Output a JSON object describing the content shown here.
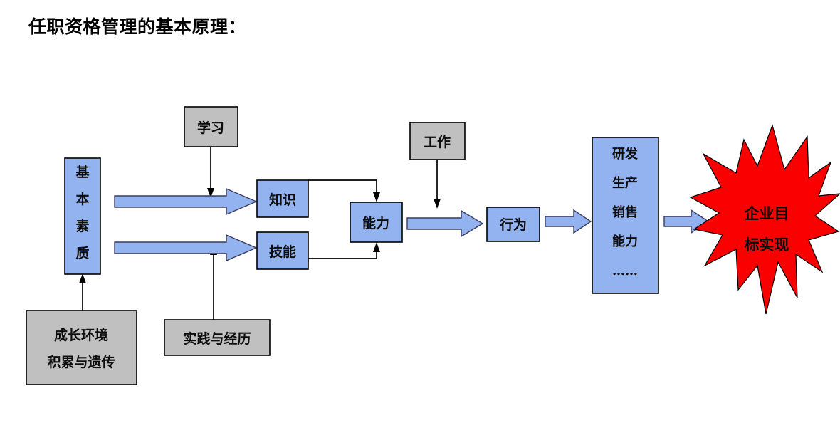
{
  "page": {
    "title": "任职资格管理的基本原理：",
    "background_color": "#ffffff"
  },
  "colors": {
    "box_blue_fill": "#92b2f0",
    "box_gray_fill": "#c0c0c0",
    "star_fill": "#fa0000",
    "stroke": "#000000",
    "text": "#0d0d0d"
  },
  "nodes": {
    "basic_quality": {
      "label": "基本素质",
      "chars": [
        "基",
        "本",
        "素",
        "质"
      ],
      "style": "blue-vertical"
    },
    "learning": {
      "label": "学习",
      "style": "gray"
    },
    "knowledge": {
      "label": "知识",
      "style": "blue"
    },
    "skill": {
      "label": "技能",
      "style": "blue"
    },
    "ability": {
      "label": "能力",
      "style": "blue"
    },
    "work": {
      "label": "工作",
      "style": "gray"
    },
    "behavior": {
      "label": "行为",
      "style": "blue"
    },
    "growth_environment": {
      "lines": [
        "成长环境",
        "积累与遗传"
      ],
      "style": "gray"
    },
    "practice_experience": {
      "label": "实践与经历",
      "style": "gray"
    },
    "business_capability": {
      "lines": [
        "研发",
        "生产",
        "销售",
        "能力",
        "……"
      ],
      "style": "blue-vertical-list"
    },
    "goal_achieved": {
      "lines": [
        "企业目",
        "标实现"
      ],
      "style": "red-star"
    }
  },
  "connectors": [
    {
      "name": "growth-to-basic-quality",
      "from": "growth_environment",
      "to": "basic_quality",
      "kind": "thin-arrow-up"
    },
    {
      "name": "basic-quality-to-knowledge",
      "from": "basic_quality",
      "to": "knowledge",
      "kind": "block-arrow-right"
    },
    {
      "name": "basic-quality-to-skill",
      "from": "basic_quality",
      "to": "skill",
      "kind": "block-arrow-right"
    },
    {
      "name": "learning-to-knowledge",
      "from": "learning",
      "to": "knowledge",
      "kind": "thin-arrow-down"
    },
    {
      "name": "practice-to-skill",
      "from": "practice_experience",
      "to": "skill",
      "kind": "thin-arrow-up"
    },
    {
      "name": "knowledge-to-ability",
      "from": "knowledge",
      "to": "ability",
      "kind": "elbow-arrow"
    },
    {
      "name": "skill-to-ability",
      "from": "skill",
      "to": "ability",
      "kind": "elbow-arrow"
    },
    {
      "name": "work-to-behavior",
      "from": "work",
      "to": "behavior",
      "kind": "thin-arrow-down"
    },
    {
      "name": "ability-to-behavior",
      "from": "ability",
      "to": "behavior",
      "kind": "block-arrow-right"
    },
    {
      "name": "behavior-to-business-capability",
      "from": "behavior",
      "to": "business_capability",
      "kind": "block-arrow-right"
    },
    {
      "name": "business-capability-to-goal",
      "from": "business_capability",
      "to": "goal_achieved",
      "kind": "block-arrow-right"
    }
  ]
}
